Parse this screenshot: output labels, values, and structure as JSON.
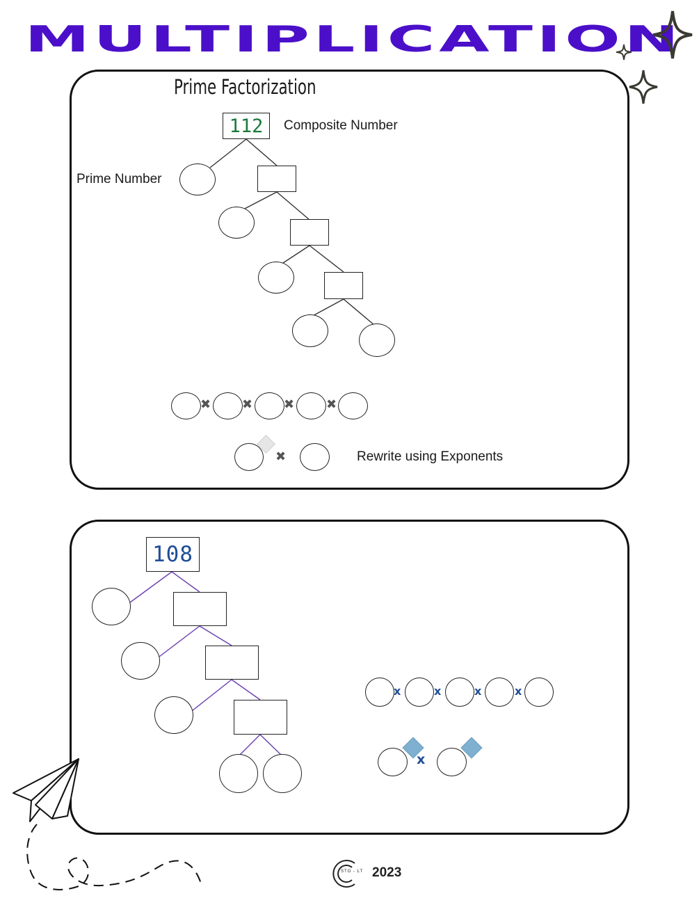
{
  "page": {
    "title": "MULTIPLICATION",
    "title_color": "#4b0fc9",
    "footer": {
      "logo_text": "STO - LT",
      "year": "2023"
    }
  },
  "panel_1": {
    "heading": "Prime Factorization",
    "composite_value": "112",
    "composite_value_color": "#1a7a3c",
    "composite_label": "Composite Number",
    "prime_label": "Prime Number",
    "times_symbol": "✖",
    "rewrite_label": "Rewrite using Exponents",
    "line_color": "#333333",
    "times_color": "#555555",
    "exponent_diamond_color": "#e6e6e6"
  },
  "panel_2": {
    "composite_value": "108",
    "composite_value_color": "#1f4e96",
    "times_symbol": "x",
    "line_color": "#6a3fb0",
    "times_color": "#1f4e96",
    "exponent_diamond_color": "#7fb0cf"
  },
  "decorations": {
    "sparkle_icon": "four-point-star",
    "paper_plane_icon": "paper-plane"
  }
}
